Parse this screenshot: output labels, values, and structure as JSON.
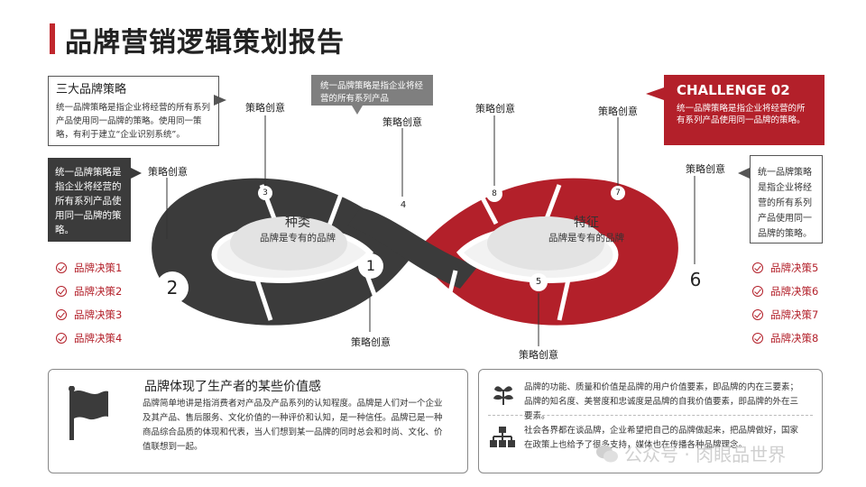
{
  "page": {
    "title": "品牌营销逻辑策划报告"
  },
  "colors": {
    "accent_red": "#b3202a",
    "dark_gray": "#3b3b3b",
    "mid_gray": "#7f7f7f",
    "light_gray": "#e6e6e6"
  },
  "callouts": {
    "top_left": {
      "head": "三大品牌策略",
      "text": "统一品牌策略是指企业将经营的所有系列产品使用同一品牌的策略。使用同一策略，有利于建立“企业识别系统”。"
    },
    "left_dark": {
      "text": "统一品牌策略是指企业将经营的所有系列产品使用同一品牌的策略。"
    },
    "top_gray": {
      "text": "统一品牌策略是指企业将经营的所有系列产品"
    },
    "challenge": {
      "head": "CHALLENGE 02",
      "text": "统一品牌策略是指企业将经营的所有系列产品使用同一品牌的策略。"
    },
    "right": {
      "text": "统一品牌策略是指企业将经营的所有系列产品使用同一品牌的策略。"
    }
  },
  "strategy_label": "策略创意",
  "diagram": {
    "left_center": {
      "title": "种类",
      "subtitle": "品牌是专有的品牌"
    },
    "right_center": {
      "title": "特征",
      "subtitle": "品牌是专有的品牌"
    },
    "numbers": [
      "1",
      "2",
      "3",
      "4",
      "5",
      "6",
      "7",
      "8"
    ]
  },
  "decisions_left": [
    "品牌决策1",
    "品牌决策2",
    "品牌决策3",
    "品牌决策4"
  ],
  "decisions_right": [
    "品牌决策5",
    "品牌决策6",
    "品牌决策7",
    "品牌决策8"
  ],
  "bottom_left": {
    "icon": "flag-icon",
    "title": "品牌体现了生产者的某些价值感",
    "text": "品牌简单地讲是指消费者对产品及产品系列的认知程度。品牌是人们对一个企业及其产品、售后服务、文化价值的一种评价和认知，是一种信任。品牌已是一种商品综合品质的体现和代表，当人们想到某一品牌的同时总会和时尚、文化、价值联想到一起。"
  },
  "bottom_right": {
    "items": [
      {
        "icon": "plant-icon",
        "text": "品牌的功能、质量和价值是品牌的用户价值要素，即品牌的内在三要素；品牌的知名度、美誉度和忠诚度是品牌的自我价值要素，即品牌的外在三要素。"
      },
      {
        "icon": "org-chart-icon",
        "text": "社会各界都在谈品牌，企业希望把自己的品牌做起来，把品牌做好，国家在政策上也给予了很多支持，媒体也在传播各种品牌理念。"
      }
    ]
  },
  "watermark": "公众号 · 肉眼品世界"
}
